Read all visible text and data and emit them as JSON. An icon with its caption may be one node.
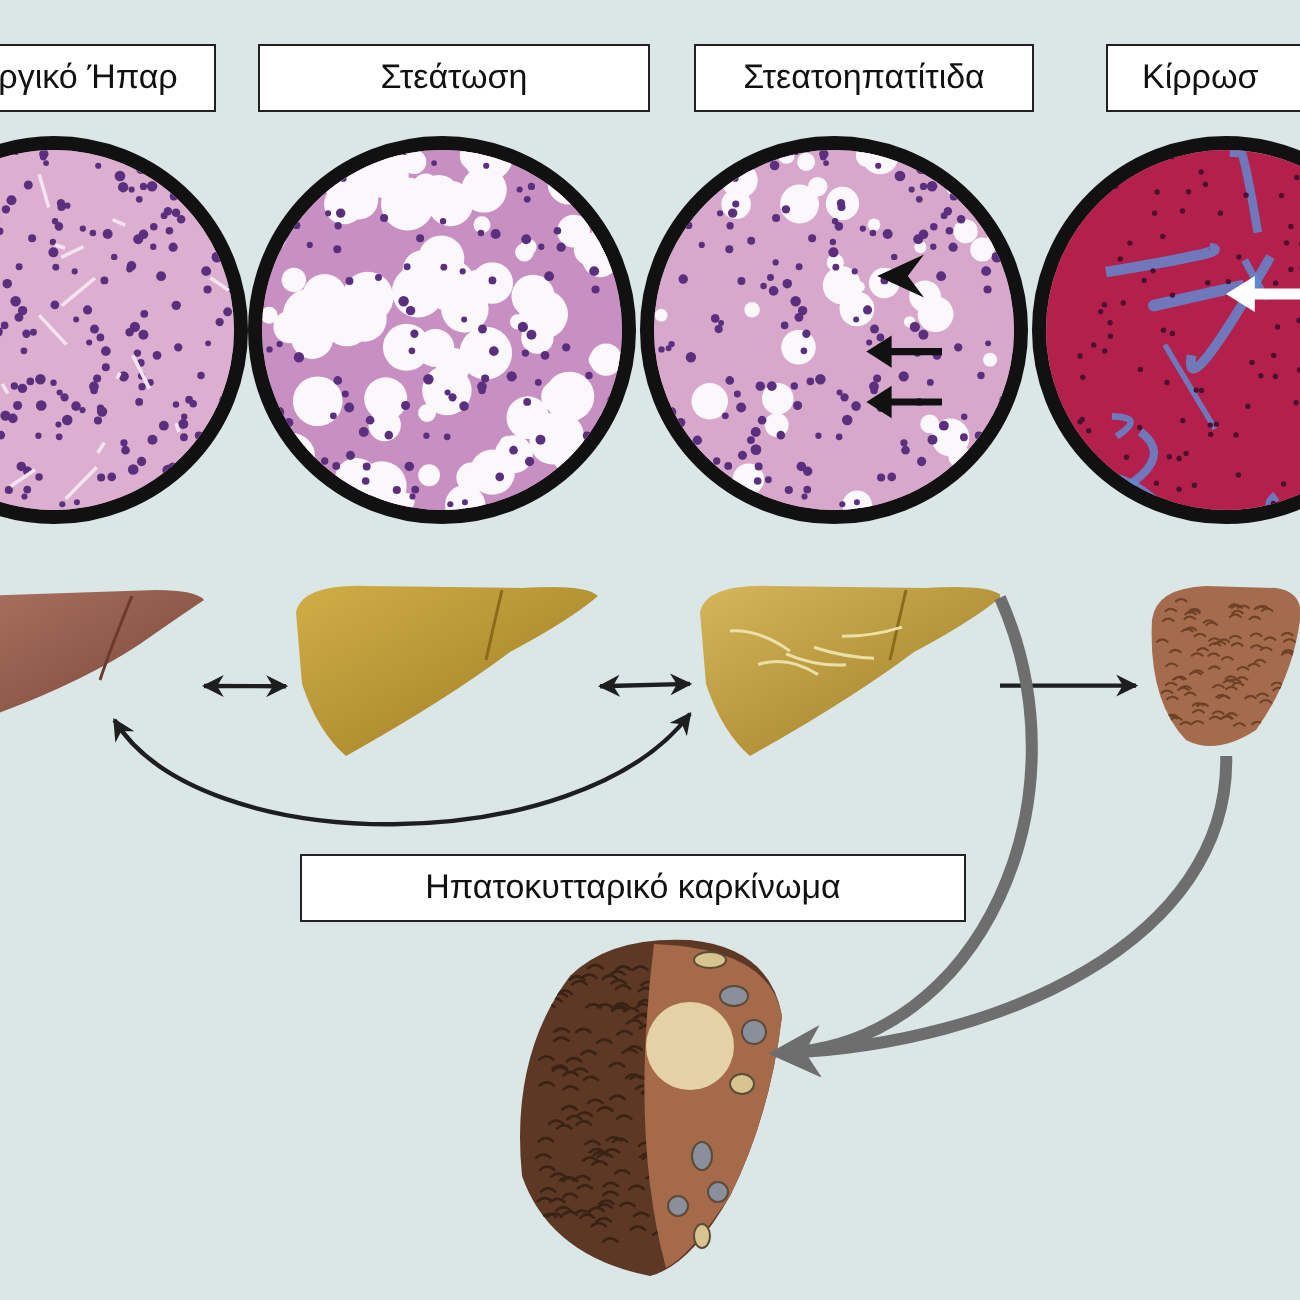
{
  "diagram": {
    "nodes": [
      {
        "text": [
          "ργικό Ήπαρ"
        ]
      },
      {
        "text": [
          "Στεάτωση"
        ]
      },
      {
        "text": [
          "Στεατοηπατίτιδα"
        ]
      },
      {
        "text": [
          "Κίρρωσ"
        ]
      },
      {
        "text": [],
        "shape": "picture"
      },
      {
        "text": [],
        "shape": "picture"
      },
      {
        "text": [],
        "shape": "picture"
      },
      {
        "text": [],
        "shape": "picture"
      },
      {
        "text": [],
        "shape": "picture"
      },
      {
        "text": [],
        "shape": "picture"
      },
      {
        "text": [],
        "shape": "picture"
      },
      {
        "text": [],
        "shape": "picture"
      },
      {
        "text": [
          "Ηπατοκυτταρικό καρκίνωμα"
        ]
      },
      {
        "text": [],
        "shape": "picture"
      }
    ],
    "edges": [
      {
        "from": 8,
        "to": 9,
        "arrow": "both"
      },
      {
        "from": 9,
        "to": 10,
        "arrow": "both"
      },
      {
        "from": 8,
        "to": 10,
        "arrow": "both"
      },
      {
        "from": 10,
        "to": 11,
        "arrow": "to"
      },
      {
        "from": 10,
        "to": 13,
        "arrow": "to",
        "style": "thick",
        "color": "#6e6e6e"
      },
      {
        "from": 11,
        "to": 13,
        "arrow": "to",
        "style": "thick",
        "color": "#6e6e6e"
      }
    ]
  }
}
